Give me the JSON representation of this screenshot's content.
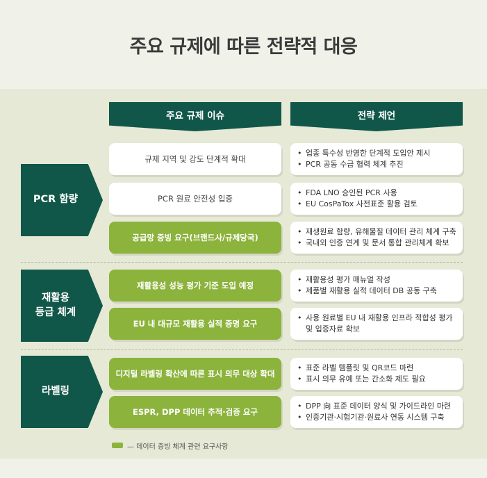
{
  "title": "주요 규제에 따른 전략적 대응",
  "headers": {
    "issue": "주요 규제 이슈",
    "strategy": "전략 제언"
  },
  "categories": [
    {
      "label": "PCR 함량"
    },
    {
      "label": "재활용\n등급 체계"
    },
    {
      "label": "라벨링"
    }
  ],
  "rows": [
    {
      "issue": "규제 지역 및 강도 단계적 확대",
      "strategy": [
        "업종 특수성 반영한 단계적 도입안 제시",
        "PCR 공동 수급 협력 체계 추진"
      ]
    },
    {
      "issue": "PCR 원료 안전성 입증",
      "strategy": [
        "FDA LNO 승인된 PCR 사용",
        "EU CosPaTox 사전표준 활용 검토"
      ]
    },
    {
      "issue": "공급망 증빙 요구(브랜드사/규제당국)",
      "strategy": [
        "재생원료 함량, 유해물질 데이터 관리 체계 구축",
        "국내외 인증 연계 및 문서 통합 관리체계 확보"
      ]
    },
    {
      "issue": "재활용성 성능 평가 기준 도입 예정",
      "strategy": [
        "재활용성 평가 매뉴얼 작성",
        "제품별 재활용 실적 데이터 DB 공동 구축"
      ]
    },
    {
      "issue": "EU 내 대규모 재활용 실적 증명 요구",
      "strategy": [
        "사용 원료별 EU 내 재활용 인프라 적합성 평가 및 입증자료 확보"
      ]
    },
    {
      "issue": "디지털 라벨링 확산에 따른 표시 의무 대상 확대",
      "strategy": [
        "표준 라벨 템플릿 및 QR코드 마련",
        "표시 의무 유예 또는 간소화 제도 필요"
      ]
    },
    {
      "issue": "ESPR, DPP 데이터 추적·검증 요구",
      "strategy": [
        "DPP 向 표준 데이터 양식 및 가이드라인 마련",
        "인증기관·시험기관·원료사 연동 시스템 구축"
      ]
    }
  ],
  "legend": "— 데이터 증빙 체계 관련 요구사항",
  "colors": {
    "dark_green": "#10574a",
    "light_green": "#8cb33c",
    "panel": "#e5e9d5"
  }
}
